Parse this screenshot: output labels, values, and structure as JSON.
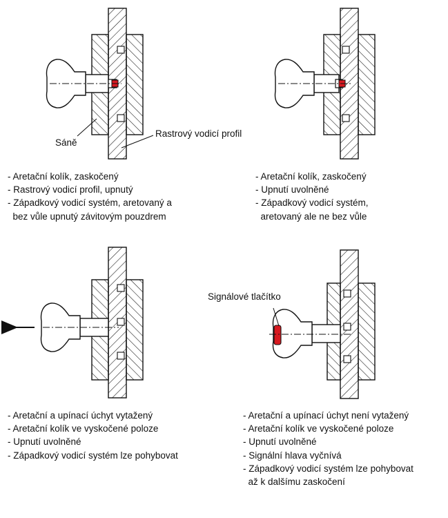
{
  "colors": {
    "ink": "#111111",
    "pin_red": "#d71920",
    "background": "#ffffff"
  },
  "labels": {
    "sane": "Sáně",
    "raster_profile": "Rastrový vodicí profil",
    "signal_button": "Signálové tlačítko"
  },
  "panels": [
    {
      "caption": [
        "- Aretační kolík, zaskočený",
        "- Rastrový vodicí profil, upnutý",
        "- Západkový vodicí systém, aretovaný a",
        "  bez vůle upnutý závitovým pouzdrem"
      ]
    },
    {
      "caption": [
        "- Aretační kolík, zaskočený",
        "- Upnutí uvolněné",
        "- Západkový vodicí systém,",
        "  aretovaný ale ne bez vůle"
      ]
    },
    {
      "caption": [
        "- Aretační a upínací úchyt vytažený",
        "- Aretační kolík ve vyskočené poloze",
        "- Upnutí uvolněné",
        "- Západkový vodicí systém lze pohybovat"
      ]
    },
    {
      "caption": [
        "- Aretační a upínací úchyt není vytažený",
        "- Aretační kolík ve vyskočené poloze",
        "- Upnutí uvolněné",
        "- Signální hlava vyčnívá",
        "- Západkový vodicí systém lze pohybovat",
        "  až k dalšímu zaskočení"
      ]
    }
  ]
}
